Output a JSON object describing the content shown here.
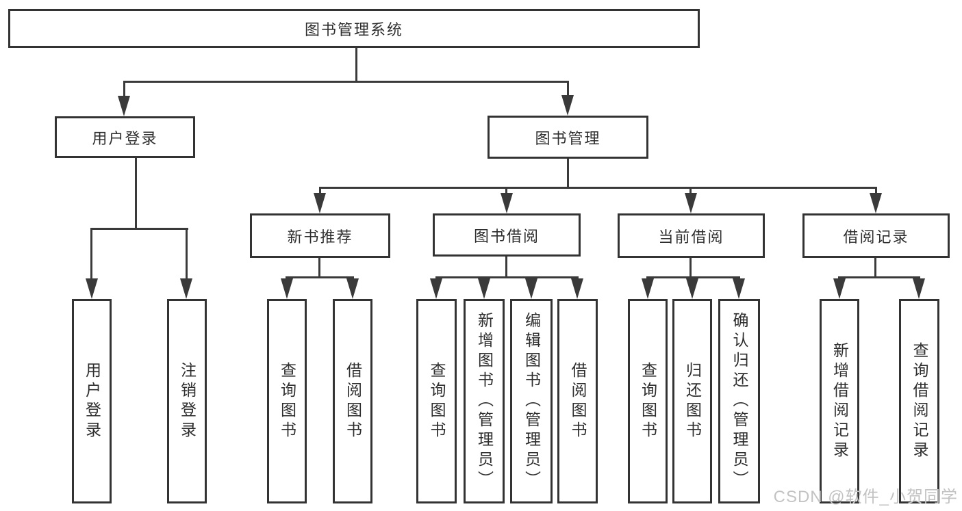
{
  "palette": {
    "line_color": "#3a3a3a",
    "border_color": "#333333",
    "text_color": "#2e2e2e",
    "background": "#ffffff",
    "watermark_color": "#c3c3c3"
  },
  "tree": {
    "root": "图书管理系统",
    "children": [
      {
        "label": "用户登录",
        "children": [
          "用户登录",
          "注销登录"
        ]
      },
      {
        "label": "图书管理",
        "children": [
          {
            "label": "新书推荐",
            "children": [
              "查询图书",
              "借阅图书"
            ]
          },
          {
            "label": "图书借阅",
            "children": [
              "查询图书",
              "新增图书（管理员）",
              "编辑图书（管理员）",
              "借阅图书"
            ]
          },
          {
            "label": "当前借阅",
            "children": [
              "查询图书",
              "归还图书",
              "确认归还（管理员）"
            ]
          },
          {
            "label": "借阅记录",
            "children": [
              "新增借阅记录",
              "查询借阅记录"
            ]
          }
        ]
      }
    ]
  },
  "watermark": {
    "text": "CSDN @软件_小贺同学"
  }
}
